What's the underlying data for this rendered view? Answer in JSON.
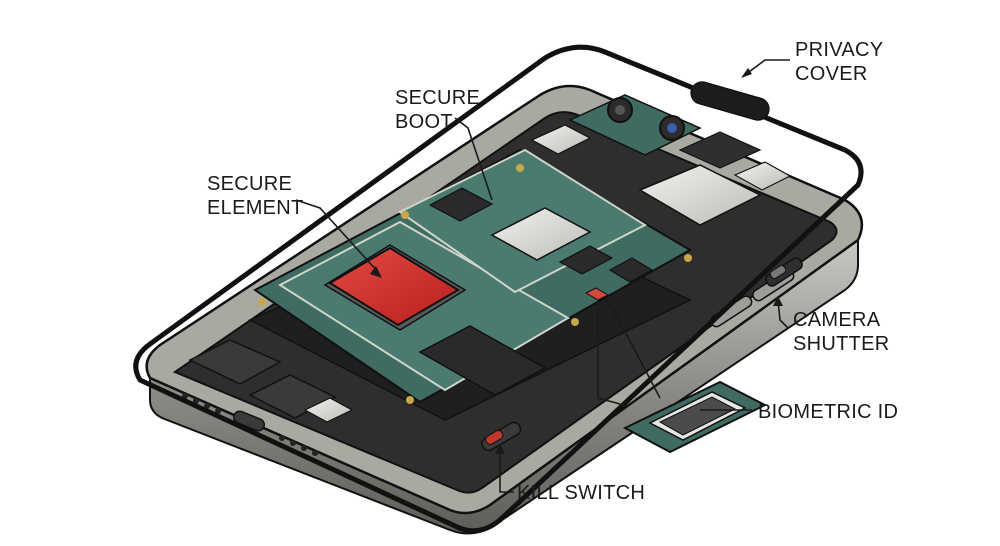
{
  "labels": {
    "privacy_cover": [
      "PRIVACY",
      "COVER"
    ],
    "secure_boot": [
      "SECURE",
      "BOOT"
    ],
    "secure_element": [
      "SECURE",
      "ELEMENT"
    ],
    "camera_shutter": [
      "CAMERA",
      "SHUTTER"
    ],
    "biometric_id": "BIOMETRIC ID",
    "kill_switch": "KILL SWITCH"
  },
  "colors": {
    "secure_element_chip": "#cf2b2b",
    "kill_switch": "#c0392b",
    "pcb": "#3f6b63",
    "frame": "#8a8a82",
    "outline": "#111111"
  }
}
